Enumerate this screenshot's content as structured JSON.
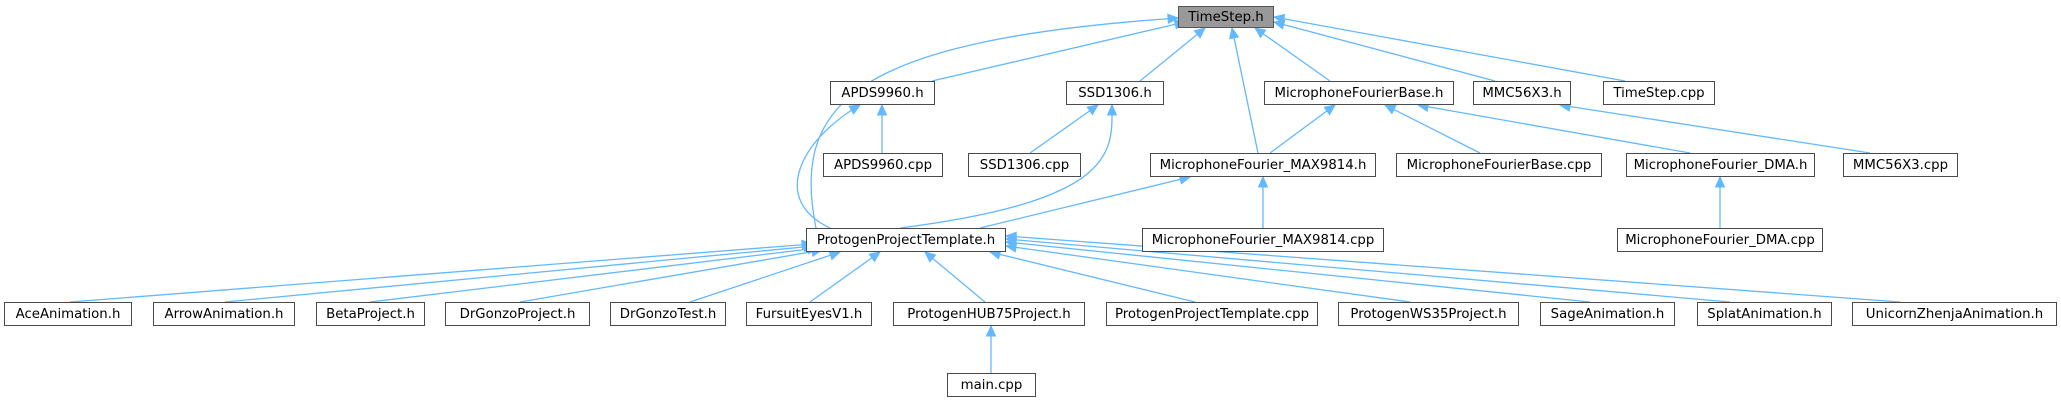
{
  "nodes": {
    "timestep_h": "TimeStep.h",
    "apds9960_h": "APDS9960.h",
    "ssd1306_h": "SSD1306.h",
    "micfourierbase_h": "MicrophoneFourierBase.h",
    "mmc56x3_h": "MMC56X3.h",
    "timestep_cpp": "TimeStep.cpp",
    "apds9960_cpp": "APDS9960.cpp",
    "ssd1306_cpp": "SSD1306.cpp",
    "micfourier_max9814_h": "MicrophoneFourier_MAX9814.h",
    "micfourierbase_cpp": "MicrophoneFourierBase.cpp",
    "micfourier_dma_h": "MicrophoneFourier_DMA.h",
    "mmc56x3_cpp": "MMC56X3.cpp",
    "protogenprojecttemplate_h": "ProtogenProjectTemplate.h",
    "micfourier_max9814_cpp": "MicrophoneFourier_MAX9814.cpp",
    "micfourier_dma_cpp": "MicrophoneFourier_DMA.cpp",
    "aceanimation_h": "AceAnimation.h",
    "arrowanimation_h": "ArrowAnimation.h",
    "betaproject_h": "BetaProject.h",
    "drgonzoproject_h": "DrGonzoProject.h",
    "drgonzotest_h": "DrGonzoTest.h",
    "fursuiteyesv1_h": "FursuitEyesV1.h",
    "protogenhub75project_h": "ProtogenHUB75Project.h",
    "protogenprojecttemplate_cpp": "ProtogenProjectTemplate.cpp",
    "protogenws35project_h": "ProtogenWS35Project.h",
    "sageanimation_h": "SageAnimation.h",
    "splatanimation_h": "SplatAnimation.h",
    "unicornzhenjaanimation_h": "UnicornZhenjaAnimation.h",
    "main_cpp": "main.cpp"
  },
  "colors": {
    "edge": "#63b8ff",
    "node_border": "#4a4a4a",
    "root_fill": "#999999"
  }
}
